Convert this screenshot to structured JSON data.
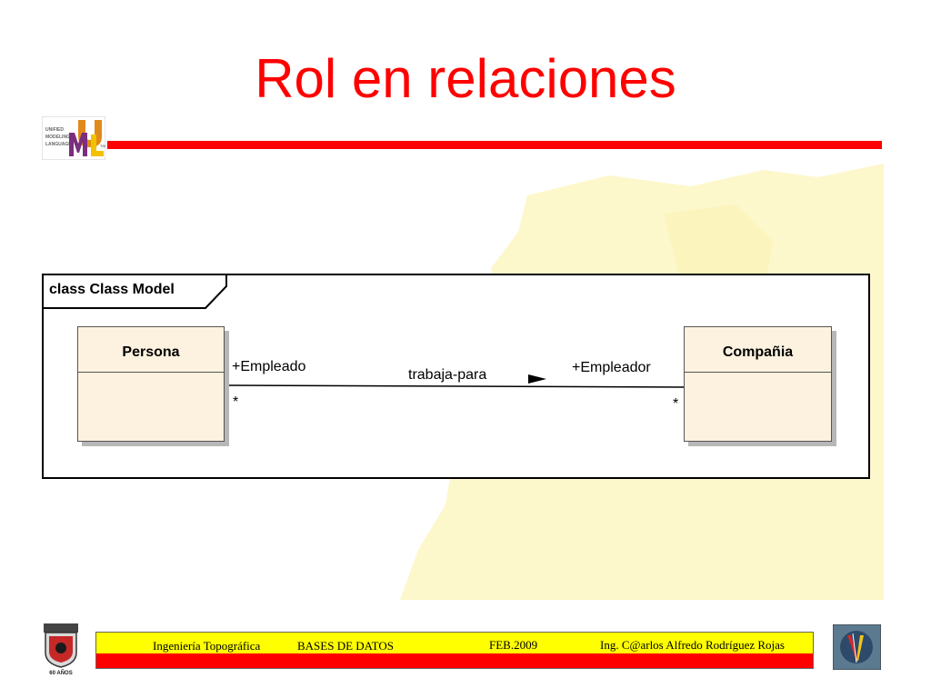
{
  "slide": {
    "title": "Rol en relaciones"
  },
  "uml_logo": {
    "line1": "UNIFIED",
    "line2": "MODELING",
    "line3": "LANGUAGE",
    "mark": "UML",
    "tm": "TM"
  },
  "diagram": {
    "frame_label": "class Class Model",
    "classes": [
      {
        "name": "Persona"
      },
      {
        "name": "Compañia"
      }
    ],
    "association": {
      "name": "trabaja-para",
      "source_role": "+Empleado",
      "source_multiplicity": "*",
      "target_role": "+Empleador",
      "target_multiplicity": "*"
    }
  },
  "footer": {
    "program": "Ingeniería Topográfica",
    "course": "BASES DE DATOS",
    "date": "FEB.2009",
    "author": "Ing. C@arlos Alfredo Rodríguez Rojas",
    "left_badge": "60 AÑOS"
  },
  "colors": {
    "title": "#ff0000",
    "rule": "#ff0000",
    "footer_band": "#ffff00",
    "footer_base": "#ff0000",
    "class_fill": "#fdf2df",
    "map_tint": "#fdf7cc"
  }
}
